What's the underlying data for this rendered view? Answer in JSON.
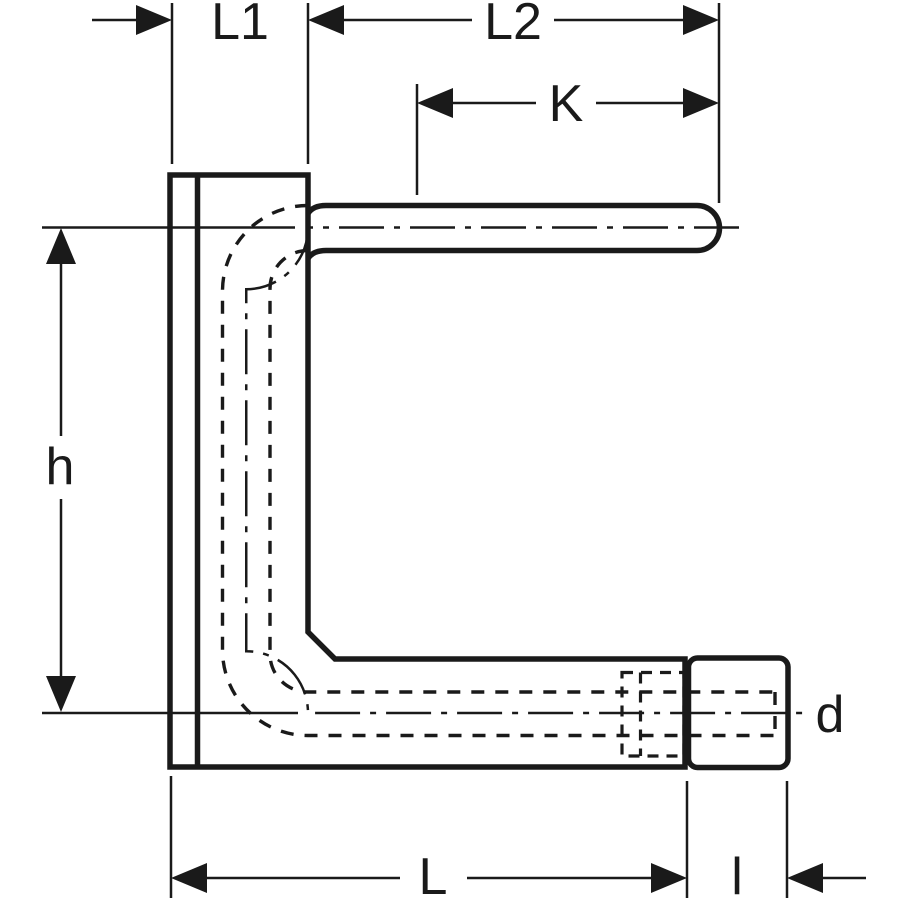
{
  "drawing": {
    "colors": {
      "ink": "#1a1a1a",
      "paper": "#ffffff"
    },
    "labels": {
      "l1": "L1",
      "l2": "L2",
      "k": "K",
      "h": "h",
      "d": "d",
      "big_l": "L",
      "small_l": "l"
    }
  }
}
